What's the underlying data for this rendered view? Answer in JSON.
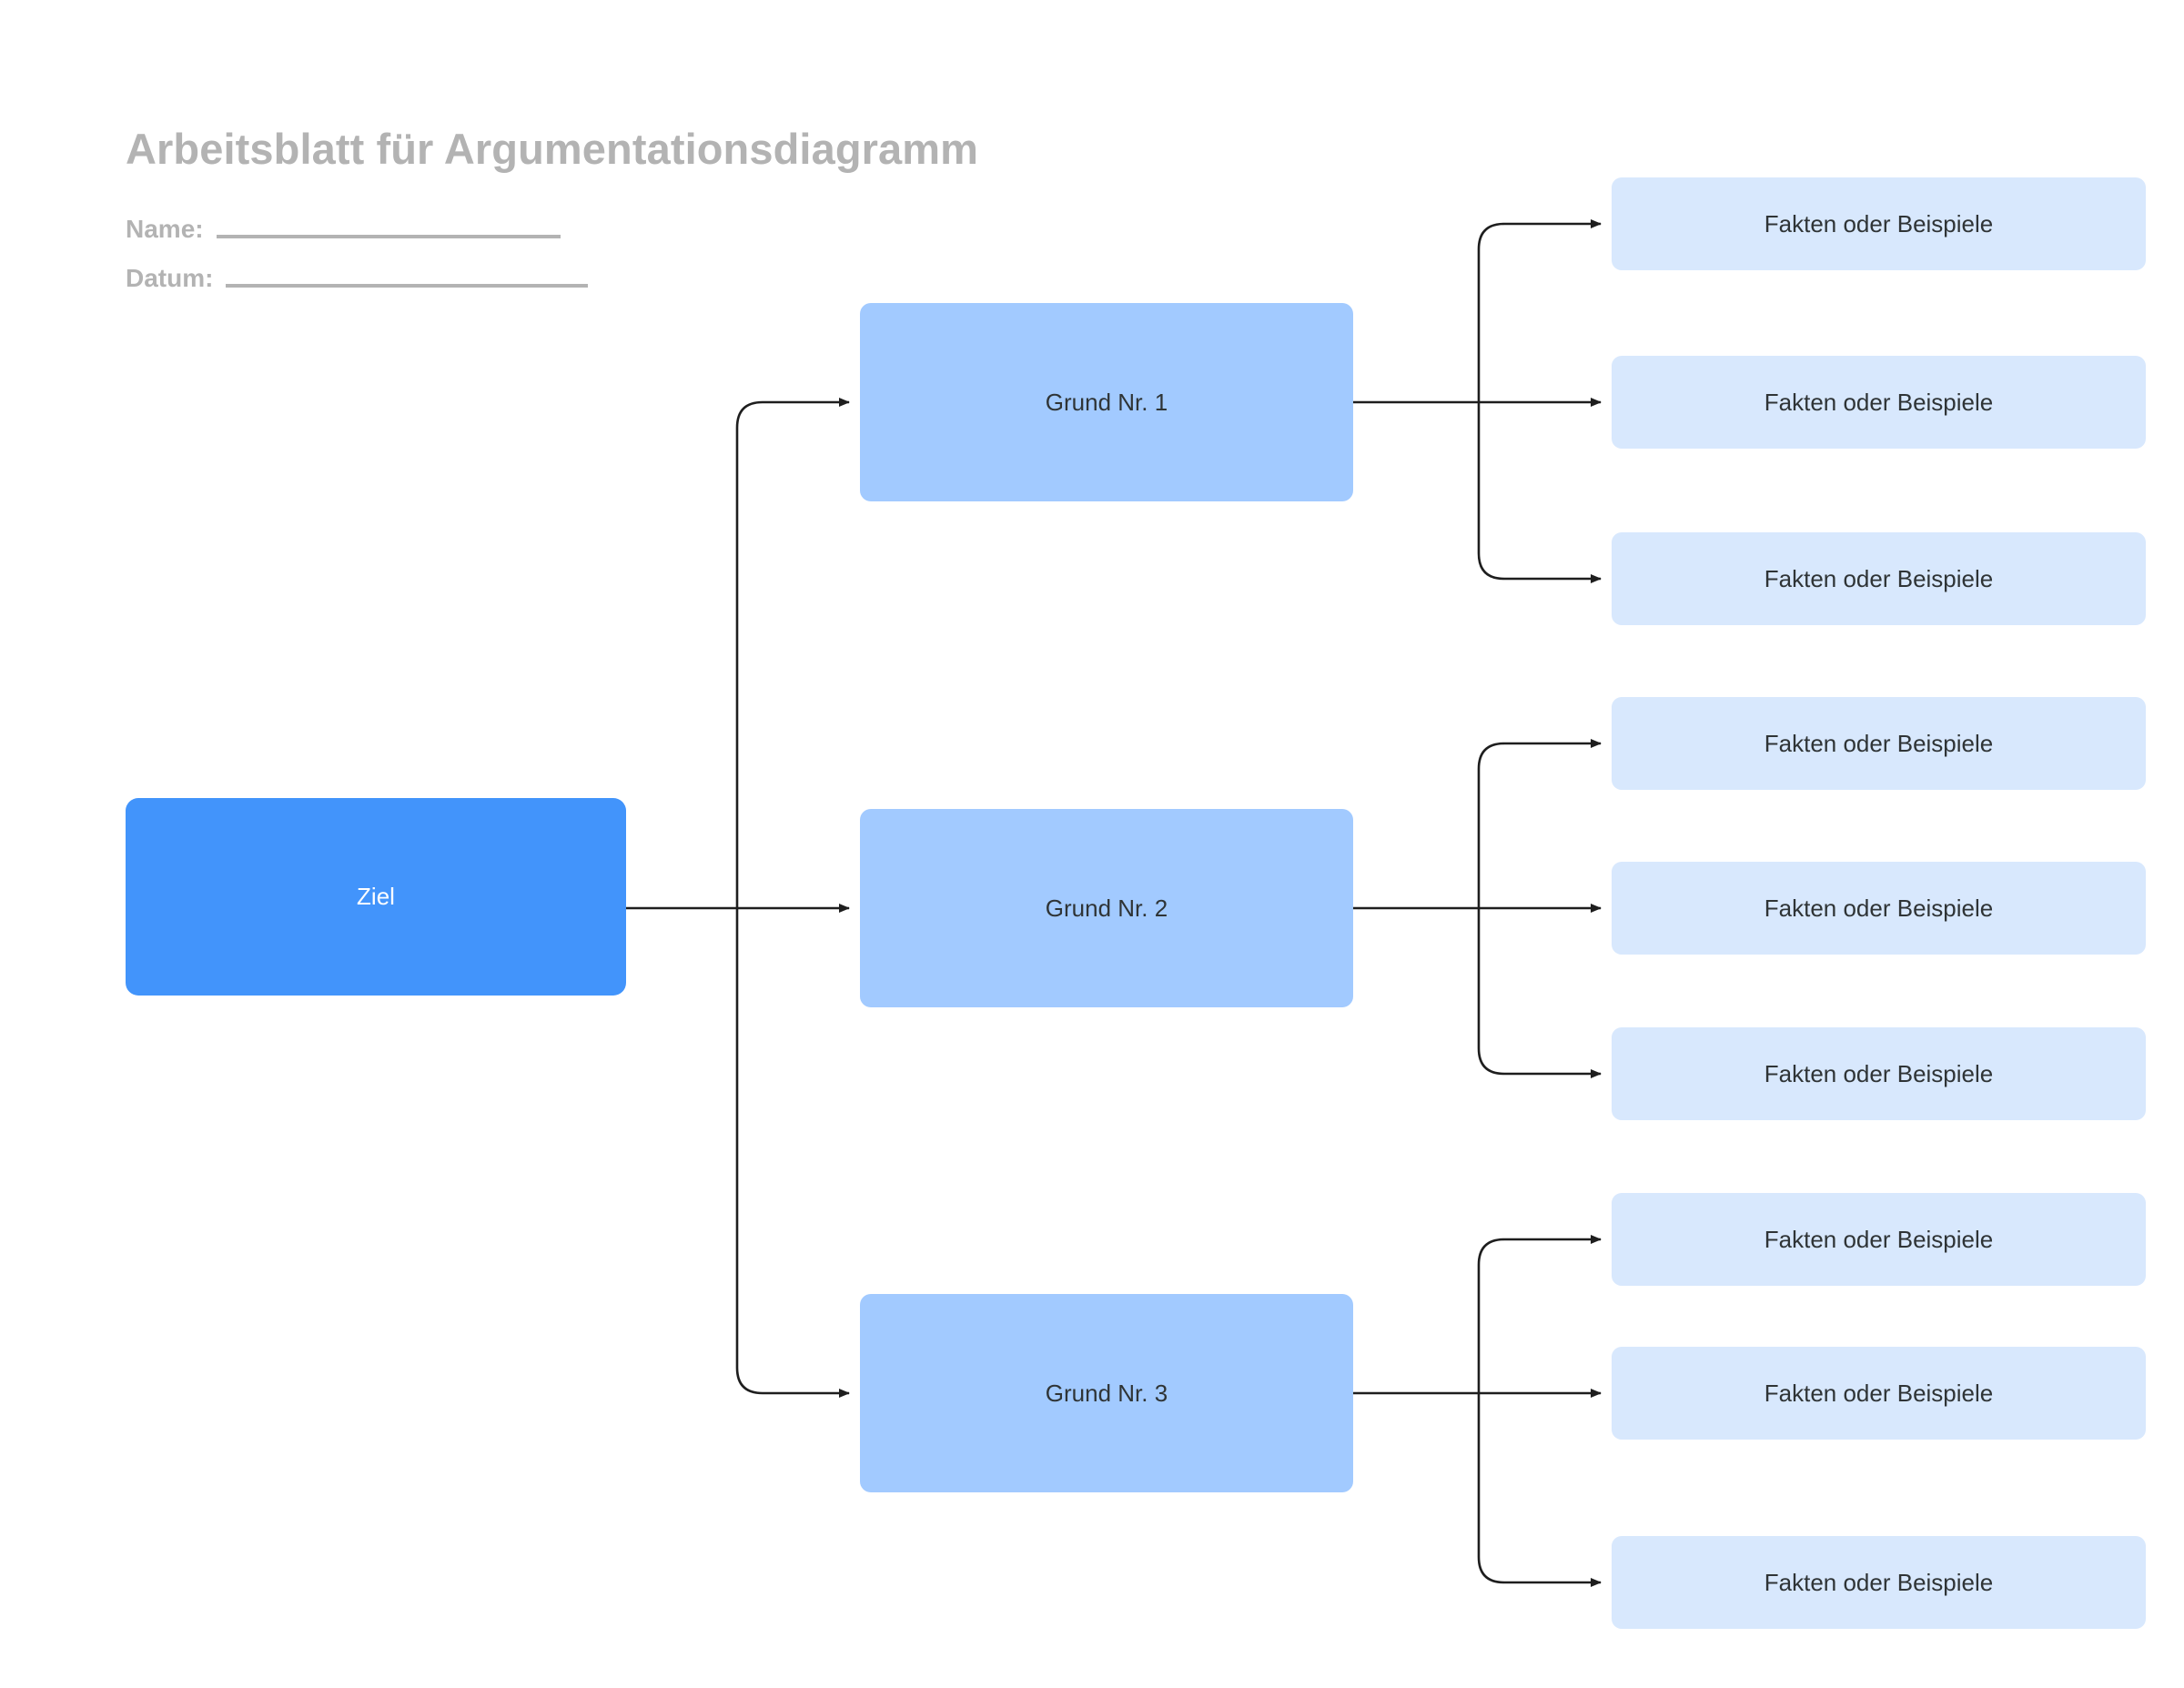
{
  "header": {
    "title": "Arbeitsblatt für Argumentationsdiagramm",
    "fields": [
      {
        "label": "Name:",
        "value": ""
      },
      {
        "label": "Datum:",
        "value": ""
      }
    ]
  },
  "colors": {
    "goal_fill": "#4294fb",
    "goal_text": "#ffffff",
    "reason_fill": "#a2caff",
    "fact_fill": "#d8e8fd",
    "node_text": "#2f3436",
    "header_text": "#b3b3b3",
    "connector": "#1e1e1e",
    "background": "#ffffff"
  },
  "diagram": {
    "type": "argument-tree",
    "goal": {
      "label": "Ziel"
    },
    "reasons": [
      {
        "label": "Grund Nr. 1",
        "facts": [
          {
            "label": "Fakten oder Beispiele"
          },
          {
            "label": "Fakten oder Beispiele"
          },
          {
            "label": "Fakten oder Beispiele"
          }
        ]
      },
      {
        "label": "Grund Nr. 2",
        "facts": [
          {
            "label": "Fakten oder Beispiele"
          },
          {
            "label": "Fakten oder Beispiele"
          },
          {
            "label": "Fakten oder Beispiele"
          }
        ]
      },
      {
        "label": "Grund Nr. 3",
        "facts": [
          {
            "label": "Fakten oder Beispiele"
          },
          {
            "label": "Fakten oder Beispiele"
          },
          {
            "label": "Fakten oder Beispiele"
          }
        ]
      }
    ]
  }
}
